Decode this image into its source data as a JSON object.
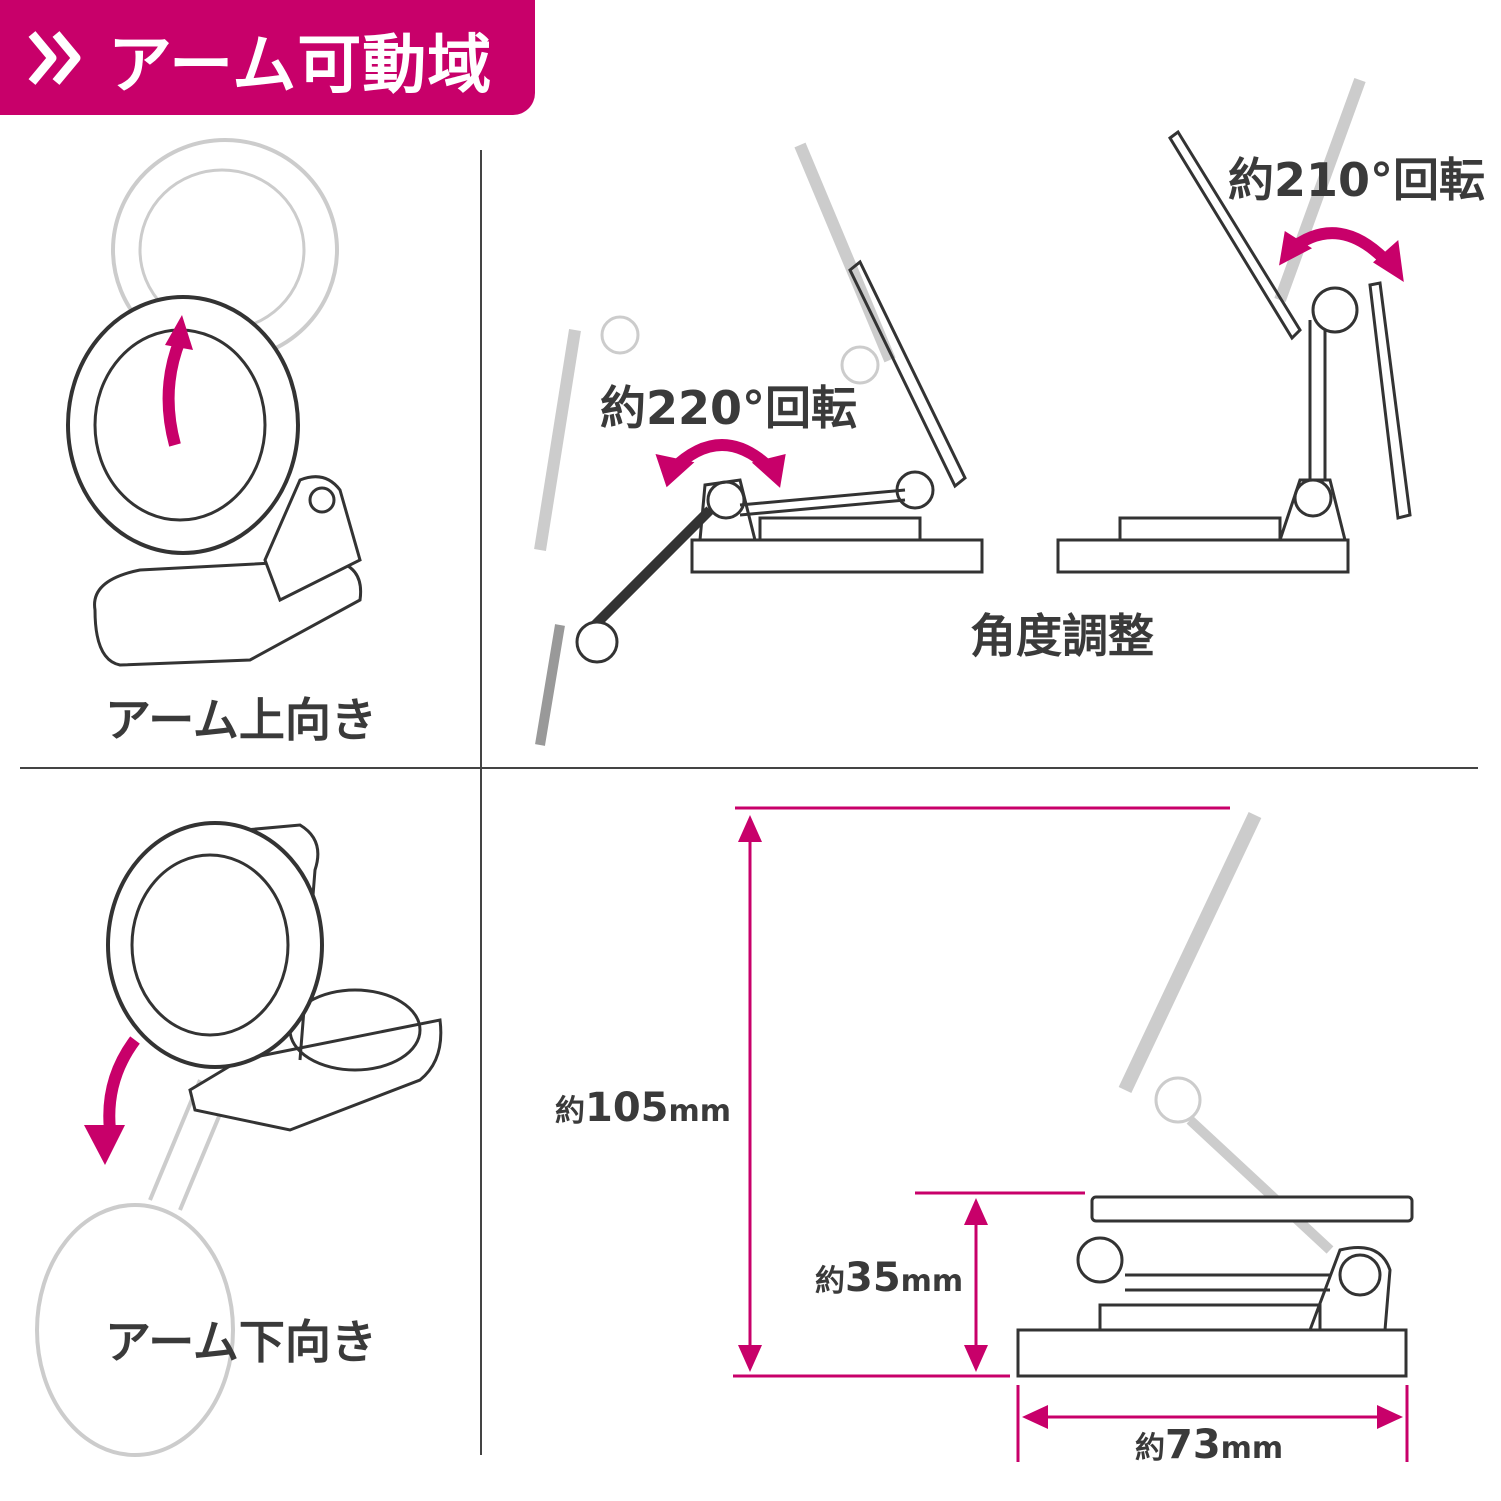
{
  "header": {
    "title": "アーム可動域",
    "icon": "double-chevron-right-icon"
  },
  "panels": {
    "arm_up": {
      "label": "アーム上向き"
    },
    "angle": {
      "label": "角度調整",
      "rotation_left": "約220°回転",
      "rotation_right": "約210°回転"
    },
    "arm_down": {
      "label": "アーム下向き"
    },
    "dimensions": {
      "height_prefix": "約",
      "height_value": "105",
      "height_unit": "mm",
      "depth_prefix": "約",
      "depth_value": "35",
      "depth_unit": "mm",
      "width_prefix": "約",
      "width_value": "73",
      "width_unit": "mm"
    }
  },
  "colors": {
    "accent": "#c8006a",
    "line": "#333333",
    "ghost": "#c8c8c8"
  }
}
